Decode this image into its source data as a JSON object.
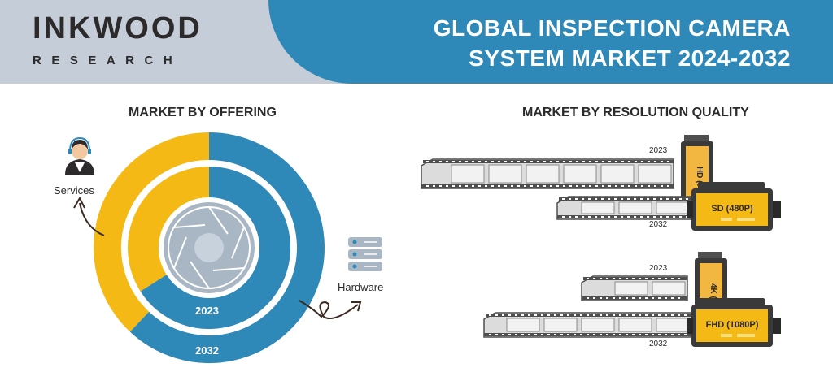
{
  "header": {
    "brand_name": "INKWOOD",
    "brand_sub": "RESEARCH",
    "title_line1": "GLOBAL INSPECTION CAMERA",
    "title_line2": "SYSTEM MARKET 2024-2032"
  },
  "colors": {
    "band": "#2f89b8",
    "header_bg": "#c5ced8",
    "hardware": "#2f89b8",
    "services": "#f5b915",
    "text": "#2d2a2b",
    "film": "#4f4f4f",
    "film_light": "#dcdcdc"
  },
  "offering": {
    "title": "MARKET BY OFFERING",
    "services_label": "Services",
    "hardware_label": "Hardware",
    "year_inner": "2023",
    "year_outer": "2032",
    "icons": [
      "headset-agent-icon",
      "server-stack-icon",
      "camera-aperture-icon"
    ]
  },
  "resolution": {
    "title": "MARKET BY RESOLUTION QUALITY",
    "groups": [
      {
        "top_year": "2023",
        "bottom_year": "2032",
        "back_label": "HD (7",
        "front_label": "SD (480P)"
      },
      {
        "top_year": "2023",
        "bottom_year": "2032",
        "back_label": "4K (U",
        "front_label": "FHD (1080P)"
      }
    ]
  },
  "chart_data": [
    {
      "type": "pie",
      "title": "MARKET BY OFFERING",
      "rings": [
        {
          "name": "2023",
          "slices": [
            {
              "name": "Hardware",
              "value": 0.66
            },
            {
              "name": "Services",
              "value": 0.34
            }
          ]
        },
        {
          "name": "2032",
          "slices": [
            {
              "name": "Hardware",
              "value": 0.62
            },
            {
              "name": "Services",
              "value": 0.38
            }
          ]
        }
      ]
    },
    {
      "type": "bar",
      "title": "MARKET BY RESOLUTION QUALITY",
      "categories": [
        "HD (7",
        "SD (480P)",
        "4K (U",
        "FHD (1080P)"
      ],
      "series": [
        {
          "values": [
            310,
            165,
            130,
            255
          ]
        }
      ]
    }
  ]
}
